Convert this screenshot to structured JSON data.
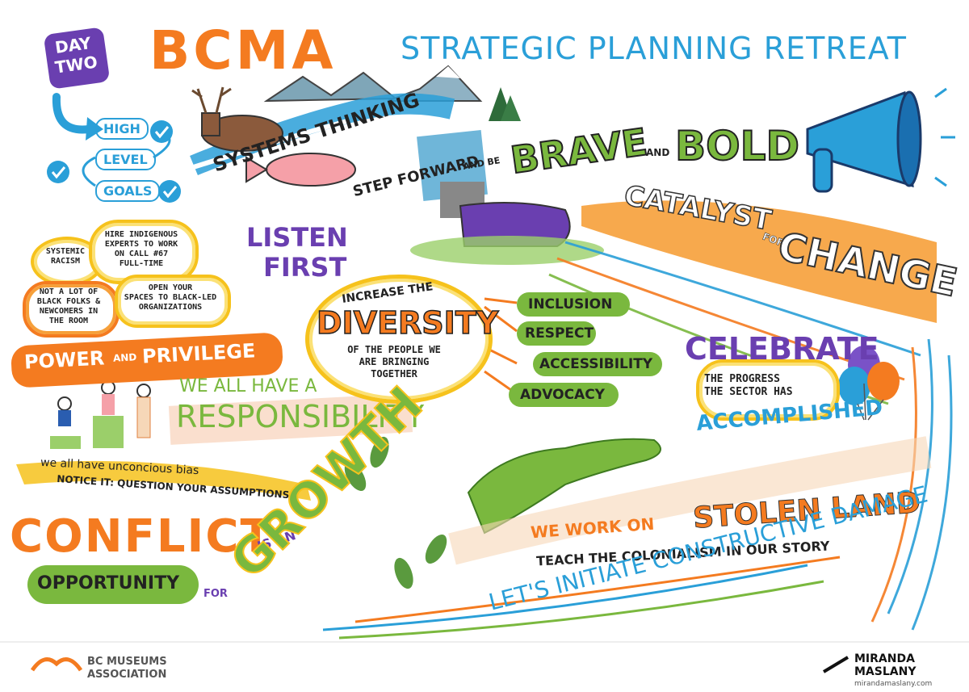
{
  "header": {
    "day_line1": "DAY",
    "day_line2": "TWO",
    "title_main": "BCMA",
    "title_sub": "STRATEGIC PLANNING RETREAT"
  },
  "goals": {
    "items": [
      "HIGH",
      "LEVEL",
      "GOALS"
    ]
  },
  "systems": {
    "label": "SYSTEMS THINKING"
  },
  "brave": {
    "step": "STEP FORWARD",
    "and_be": "AND BE",
    "brave": "BRAVE",
    "and": "AND",
    "bold": "BOLD"
  },
  "catalyst": {
    "catalyst": "CATALYST",
    "for": "FOR",
    "change": "CHANGE"
  },
  "listen": {
    "line1": "LISTEN",
    "line2": "FIRST"
  },
  "notes": {
    "systemic": "SYSTEMIC\nRACISM",
    "hire": "HIRE INDIGENOUS\nEXPERTS TO WORK\nON CALL #67\nFULL-TIME",
    "black": "NOT A LOT OF\nBLACK FOLKS &\nNEWCOMERS IN\nTHE ROOM",
    "open": "OPEN YOUR\nSPACES TO BLACK-LED\nORGANIZATIONS"
  },
  "diversity": {
    "increase": "INCREASE THE",
    "word": "DIVERSITY",
    "rest": "OF THE PEOPLE WE\nARE BRINGING\nTOGETHER",
    "values": [
      "INCLUSION",
      "RESPECT",
      "ACCESSIBILITY",
      "ADVOCACY"
    ]
  },
  "power": {
    "power": "POWER",
    "and": "AND",
    "privilege": "PRIVILEGE"
  },
  "responsibility": {
    "line1": "WE ALL HAVE A",
    "line2": "RESPONSIBILITY"
  },
  "celebrate": {
    "word": "CELEBRATE",
    "rest": "THE PROGRESS\nTHE SECTOR HAS",
    "accomplished": "ACCOMPLISHED"
  },
  "bias": {
    "line1": "we all have unconcious bias",
    "line2": "NOTICE IT: QUESTION YOUR ASSUMPTIONS"
  },
  "conflict": {
    "conflict": "CONFLICT",
    "is_an": "IS AN",
    "opportunity": "OPPORTUNITY",
    "for": "FOR",
    "growth": "GROWTH"
  },
  "land": {
    "line1a": "WE WORK ON",
    "line1b": "STOLEN LAND",
    "line2": "TEACH THE COLONIALISM IN OUR STORY",
    "line3": "LET'S INITIATE CONSTRUCTIVE DAMAGE"
  },
  "footer": {
    "org_line1": "BC MUSEUMS",
    "org_line2": "ASSOCIATION",
    "artist_line1": "MIRANDA",
    "artist_line2": "MASLANY",
    "artist_url": "mirandamaslany.com"
  },
  "colors": {
    "orange": "#f47b20",
    "blue": "#2a9fd8",
    "green": "#7ab83e",
    "purple": "#6a3fb0",
    "yellow": "#f6c21c"
  }
}
